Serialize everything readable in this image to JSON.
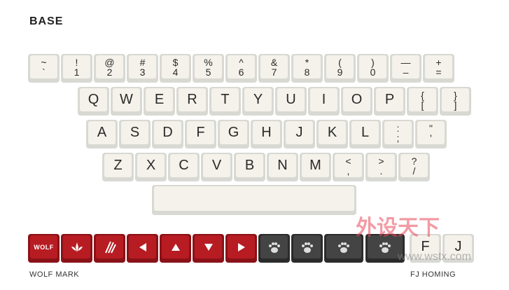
{
  "title": "BASE",
  "row1": [
    [
      "~",
      "`"
    ],
    [
      "!",
      "1"
    ],
    [
      "@",
      "2"
    ],
    [
      "#",
      "3"
    ],
    [
      "$",
      "4"
    ],
    [
      "%",
      "5"
    ],
    [
      "^",
      "6"
    ],
    [
      "&",
      "7"
    ],
    [
      "*",
      "8"
    ],
    [
      "(",
      "9"
    ],
    [
      ")",
      "0"
    ],
    [
      "—",
      "–"
    ],
    [
      "+",
      "="
    ]
  ],
  "row2": [
    "Q",
    "W",
    "E",
    "R",
    "T",
    "Y",
    "U",
    "I",
    "O",
    "P"
  ],
  "row2_extra": [
    [
      "{",
      "["
    ],
    [
      "}",
      "]"
    ]
  ],
  "row3": [
    "A",
    "S",
    "D",
    "F",
    "G",
    "H",
    "J",
    "K",
    "L"
  ],
  "row3_extra": [
    [
      ":",
      ";"
    ],
    [
      "\"",
      "'"
    ]
  ],
  "row4": [
    "Z",
    "X",
    "C",
    "V",
    "B",
    "N",
    "M"
  ],
  "row4_extra": [
    [
      "<",
      ","
    ],
    [
      ">",
      "."
    ],
    [
      "?",
      "/"
    ]
  ],
  "bottom_keys": {
    "wolf": "WOLF",
    "homing_f": "F",
    "homing_j": "J"
  },
  "labels": {
    "left": "WOLF MARK",
    "right": "FJ HOMING"
  },
  "watermark": {
    "cn": "外设天下",
    "url": "www.wstx.com"
  },
  "colors": {
    "red": "#b71c22",
    "dark": "#444444",
    "cream": "#f4f2ea",
    "frame": "#d9d9d4"
  }
}
